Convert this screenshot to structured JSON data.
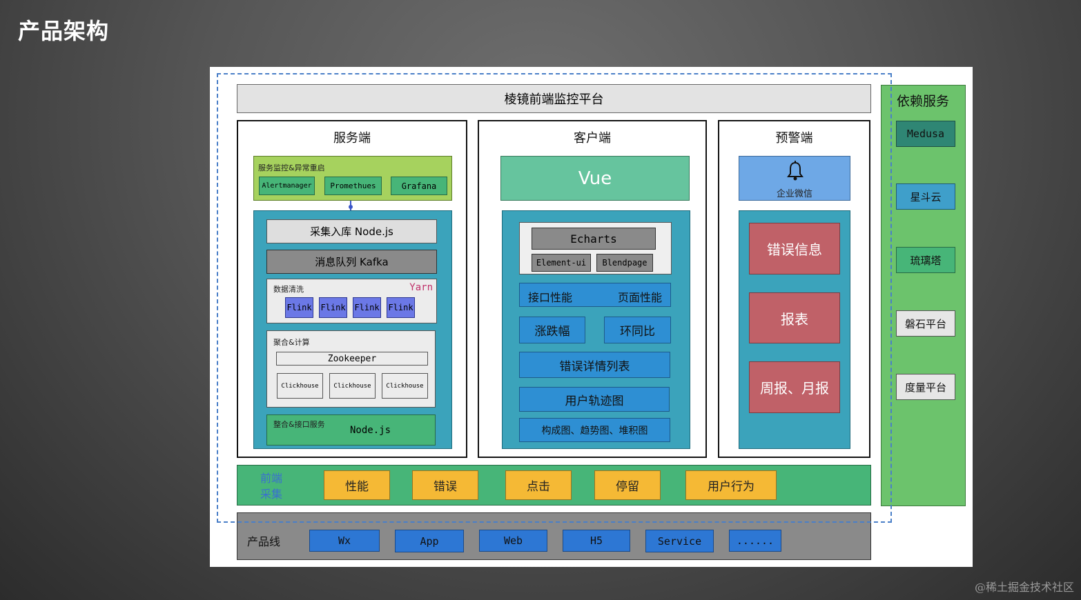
{
  "page_title": "产品架构",
  "platform_title": "棱镜前端监控平台",
  "server": {
    "title": "服务端",
    "monitor_label": "服务监控&异常重启",
    "monitor_tools": [
      "Alertmanager",
      "Promethues",
      "Grafana"
    ],
    "collect": "采集入库 Node.js",
    "queue": "消息队列 Kafka",
    "clean_label": "数据清洗",
    "yarn": "Yarn",
    "flinks": [
      "Flink",
      "Flink",
      "Flink",
      "Flink"
    ],
    "agg_label": "聚合&计算",
    "zookeeper": "Zookeeper",
    "clickhouses": [
      "Clickhouse",
      "Clickhouse",
      "Clickhouse"
    ],
    "api_label": "整合&接口服务",
    "api_node": "Node.js"
  },
  "client": {
    "title": "客户端",
    "vue": "Vue",
    "echarts": "Echarts",
    "libs": [
      "Element-ui",
      "Blendpage"
    ],
    "perf_api": "接口性能",
    "perf_page": "页面性能",
    "change": "涨跌幅",
    "compare": "环同比",
    "error_list": "错误详情列表",
    "track": "用户轨迹图",
    "charts": "构成图、趋势图、堆积图"
  },
  "alert": {
    "title": "预警端",
    "wechat": "企业微信",
    "items": [
      "错误信息",
      "报表",
      "周报、月报"
    ]
  },
  "frontend": {
    "label_line1": "前端",
    "label_line2": "采集",
    "items": [
      "性能",
      "错误",
      "点击",
      "停留",
      "用户行为"
    ]
  },
  "product_line": {
    "label": "产品线",
    "items": [
      "Wx",
      "App",
      "Web",
      "H5",
      "Service",
      "......"
    ]
  },
  "deps": {
    "title": "依赖服务",
    "items": [
      "Medusa",
      "星斗云",
      "琉璃塔",
      "磐石平台",
      "度量平台"
    ]
  },
  "watermark": "@稀土掘金技术社区",
  "colors": {
    "teal": "#3ba3bb",
    "green": "#47b578",
    "vue_green": "#66c49e",
    "monitor_green": "#a6d25e",
    "error_red": "#c06168",
    "orange": "#f5b935",
    "blue": "#2e8fd3",
    "deps_green": "#6cc36c",
    "dashed_border": "#4a7fc8"
  },
  "icons": [
    "bell-icon"
  ]
}
